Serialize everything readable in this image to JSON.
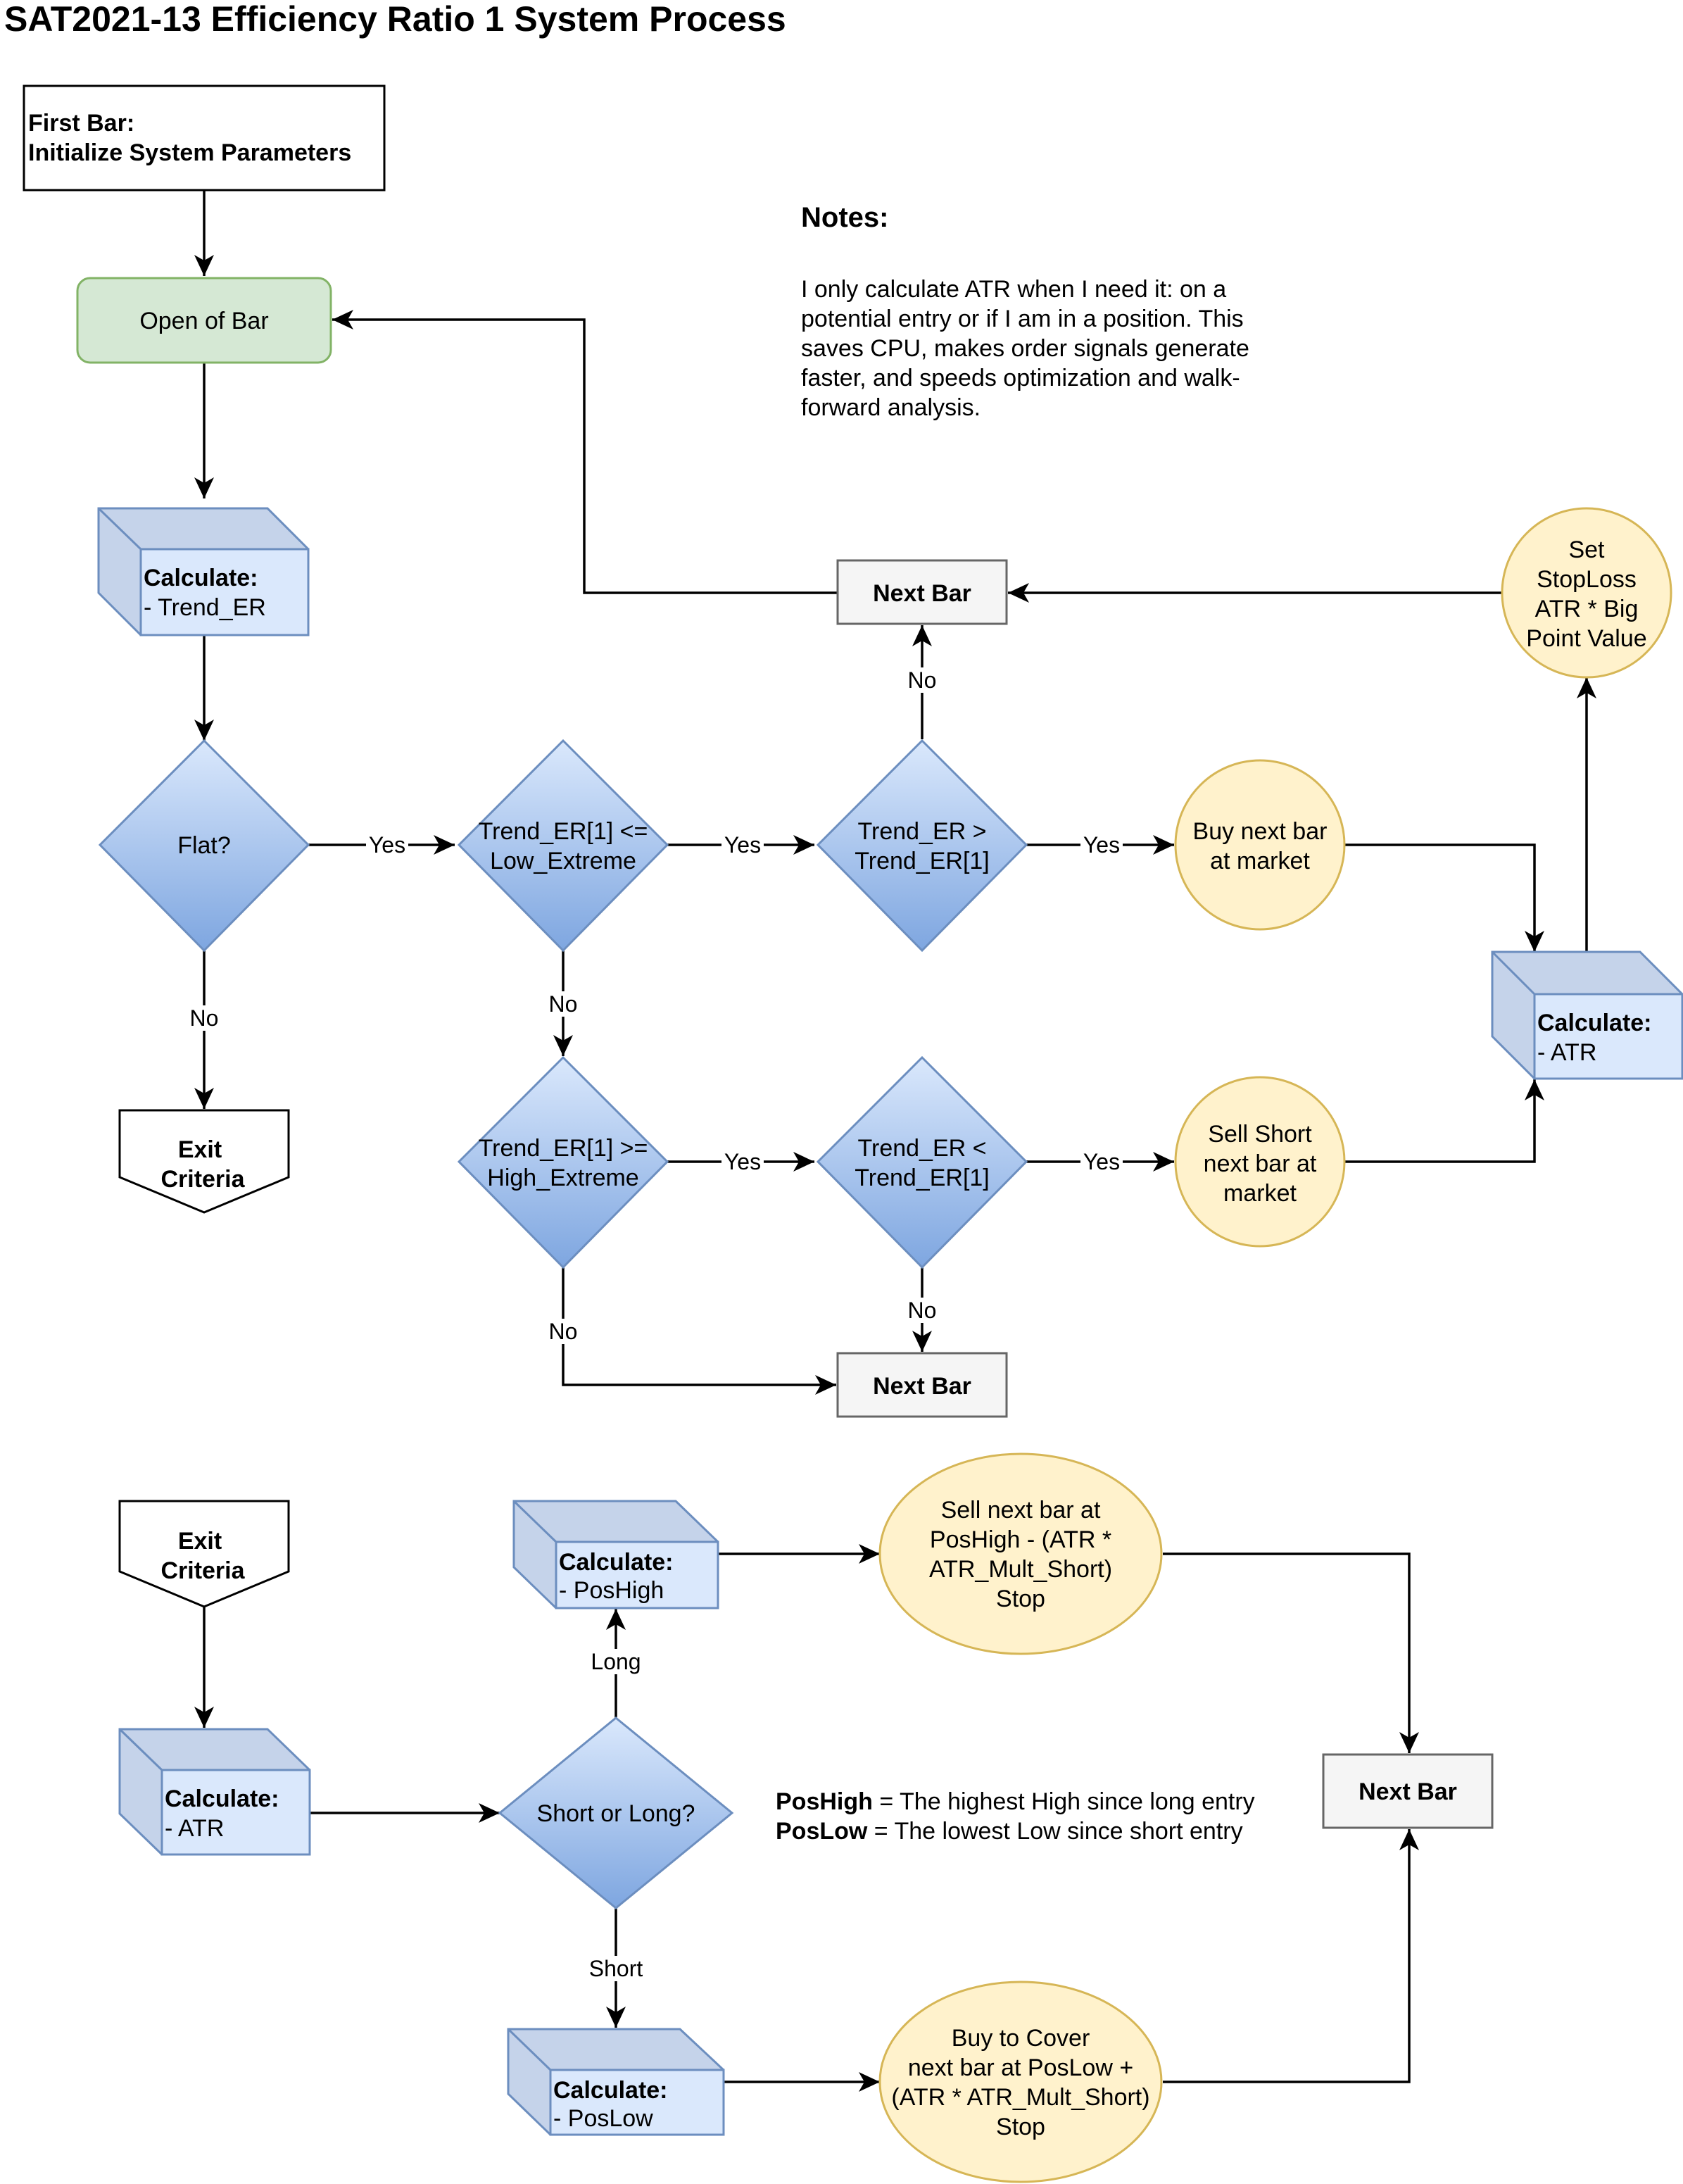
{
  "title": "SAT2021-13 Efficiency Ratio 1 System Process",
  "colors": {
    "start_fill": "#d5e8d4",
    "start_stroke": "#82b366",
    "decision_top": "#dae8fc",
    "decision_bottom": "#7ea6e0",
    "decision_stroke": "#6c8ebf",
    "cube_fill": "#dae8fc",
    "cube_side": "#c5d3ea",
    "cube_stroke": "#6c8ebf",
    "action_fill": "#fff2cc",
    "action_stroke": "#d6b656",
    "nextbar_fill": "#f5f5f5",
    "nextbar_stroke": "#666666"
  },
  "nodes": {
    "first_bar": {
      "line1": "First Bar:",
      "line2": "Initialize System Parameters"
    },
    "open_of_bar": {
      "label": "Open of Bar"
    },
    "calc_trend_er": {
      "heading": "Calculate:",
      "line": "- Trend_ER"
    },
    "flat": {
      "label": "Flat?"
    },
    "exit_criteria_top": {
      "line1": "Exit",
      "line2": "Criteria"
    },
    "low_extreme": {
      "line1": "Trend_ER[1] <=",
      "line2": "Low_Extreme"
    },
    "trend_up": {
      "line1": "Trend_ER >",
      "line2": "Trend_ER[1]"
    },
    "buy": {
      "line1": "Buy next bar",
      "line2": "at market"
    },
    "next_bar_top": {
      "label": "Next Bar"
    },
    "set_stoploss": {
      "line1": "Set",
      "line2": "StopLoss",
      "line3": "ATR * Big",
      "line4": "Point Value"
    },
    "calc_atr_right": {
      "heading": "Calculate:",
      "line": "- ATR"
    },
    "high_extreme": {
      "line1": "Trend_ER[1] >=",
      "line2": "High_Extreme"
    },
    "trend_down": {
      "line1": "Trend_ER <",
      "line2": "Trend_ER[1]"
    },
    "sell_short": {
      "line1": "Sell Short",
      "line2": "next bar at",
      "line3": "market"
    },
    "next_bar_mid": {
      "label": "Next Bar"
    },
    "exit_criteria_bottom": {
      "line1": "Exit",
      "line2": "Criteria"
    },
    "calc_atr_bottom": {
      "heading": "Calculate:",
      "line": "- ATR"
    },
    "short_or_long": {
      "label": "Short or Long?"
    },
    "calc_poshigh": {
      "heading": "Calculate:",
      "line": "- PosHigh"
    },
    "calc_poslow": {
      "heading": "Calculate:",
      "line": "- PosLow"
    },
    "sell_next_bar": {
      "line1": "Sell next bar at",
      "line2": "PosHigh - (ATR *",
      "line3": "ATR_Mult_Short)",
      "line4": "Stop"
    },
    "buy_to_cover": {
      "line1": "Buy to Cover",
      "line2": "next bar at PosLow +",
      "line3": "(ATR * ATR_Mult_Short)",
      "line4": "Stop"
    },
    "next_bar_bottom": {
      "label": "Next Bar"
    }
  },
  "edge_labels": {
    "flat_yes": "Yes",
    "flat_no": "No",
    "low_yes": "Yes",
    "low_no": "No",
    "up_yes": "Yes",
    "up_no": "No",
    "high_yes": "Yes",
    "high_no": "No",
    "down_yes": "Yes",
    "down_no": "No",
    "long": "Long",
    "short": "Short"
  },
  "notes": {
    "heading": "Notes:",
    "lines": [
      "I only calculate ATR when I need it: on a",
      "potential entry or if I am in a position.  This",
      "saves CPU, makes order signals generate",
      "faster, and speeds optimization and walk-",
      "forward analysis."
    ]
  },
  "definitions": {
    "poshigh_term": "PosHigh",
    "poshigh_text": " = The highest High since long entry",
    "poslow_term": "PosLow",
    "poslow_text": " = The lowest Low since short entry"
  }
}
